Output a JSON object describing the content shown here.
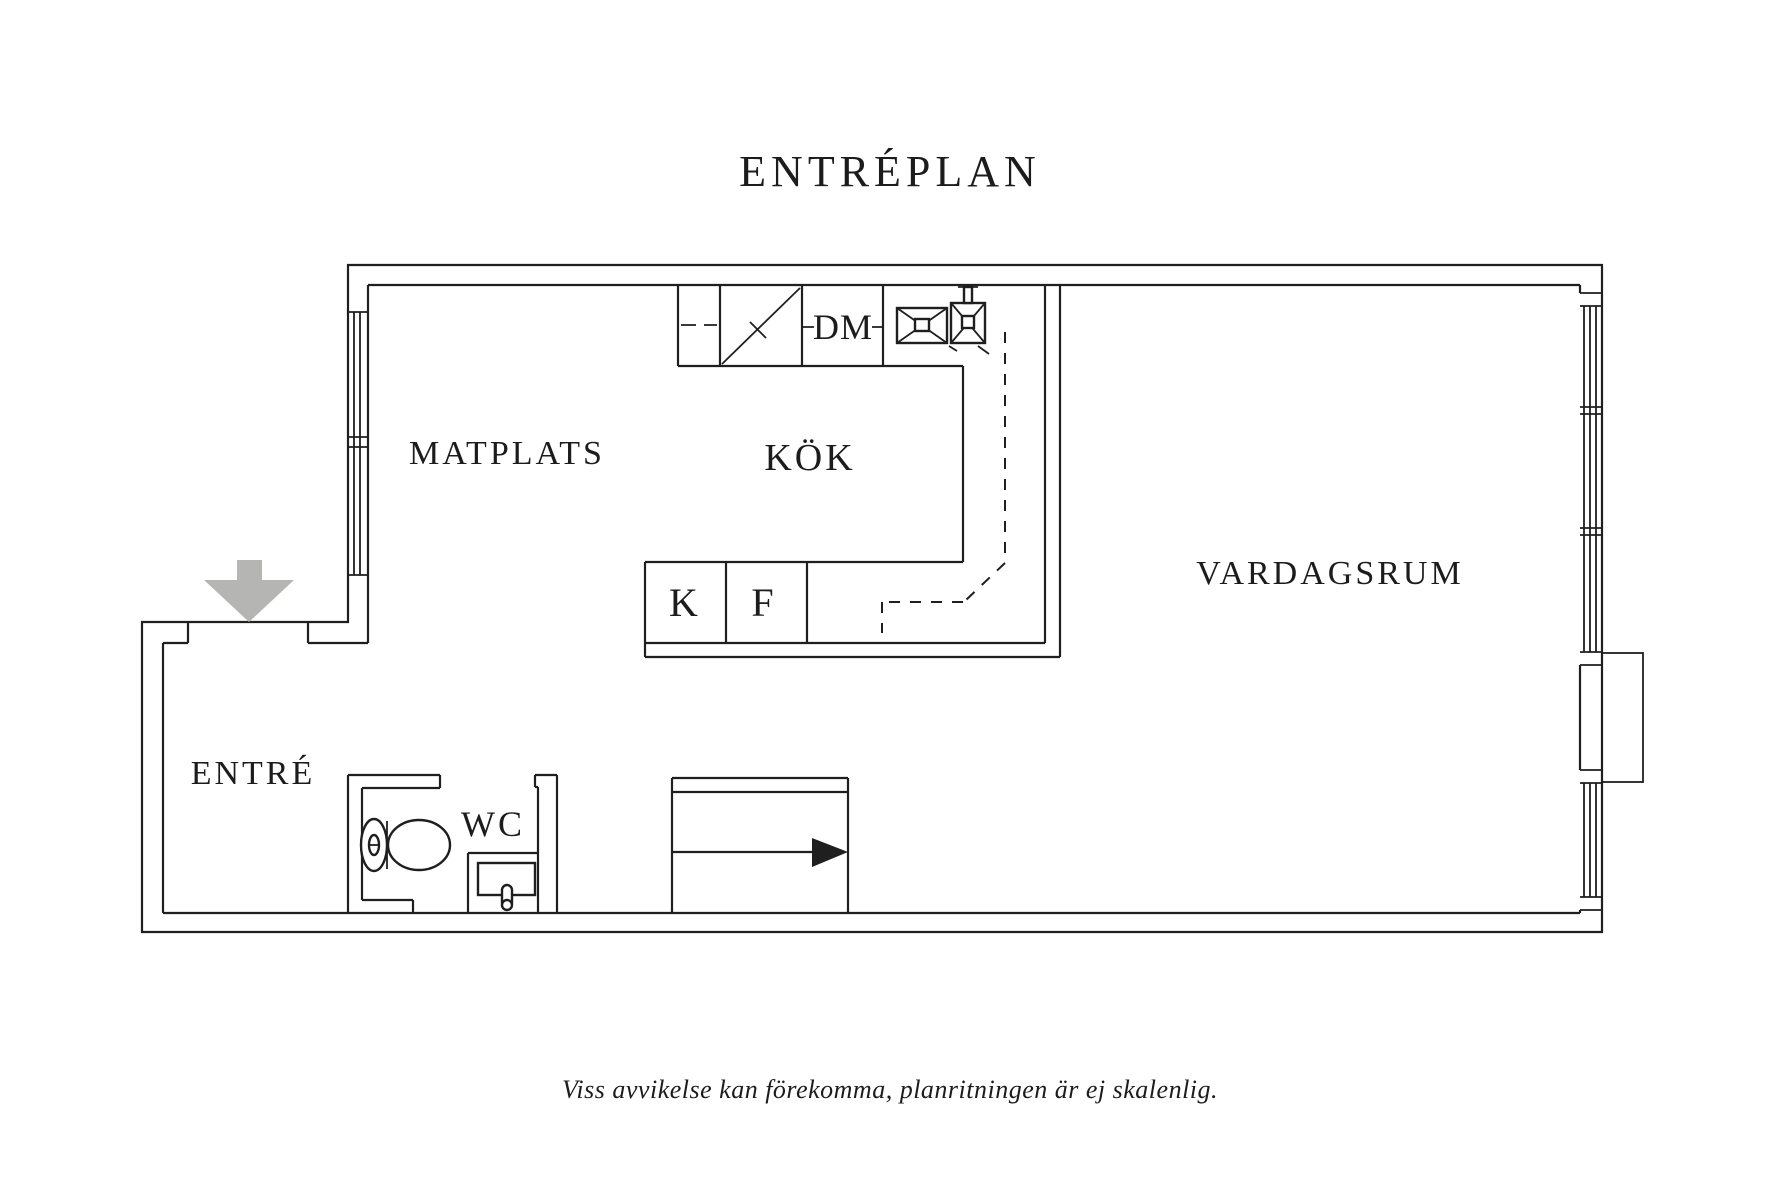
{
  "title": "ENTRÉPLAN",
  "rooms": {
    "matplats": "MATPLATS",
    "kok": "KÖK",
    "vardagsrum": "VARDAGSRUM",
    "entre": "ENTRÉ",
    "wc": "WC"
  },
  "appliances": {
    "dishwasher": "DM",
    "fridge": "K",
    "freezer": "F"
  },
  "icons": {
    "entry_arrow": "entry-direction-arrow-icon",
    "stairs_arrow": "stairs-direction-arrow-icon",
    "stove": "stove-icon",
    "sink": "kitchen-sink-icon",
    "toilet": "toilet-icon",
    "washbasin": "washbasin-icon"
  },
  "footer": {
    "disclaimer": "Viss avvikelse kan förekomma, planritningen är ej skalenlig."
  },
  "colors": {
    "line": "#1f1f1f",
    "background": "#ffffff",
    "arrow_fill": "#b5b5b3",
    "arrow_stroke": "#7d7d7b"
  }
}
